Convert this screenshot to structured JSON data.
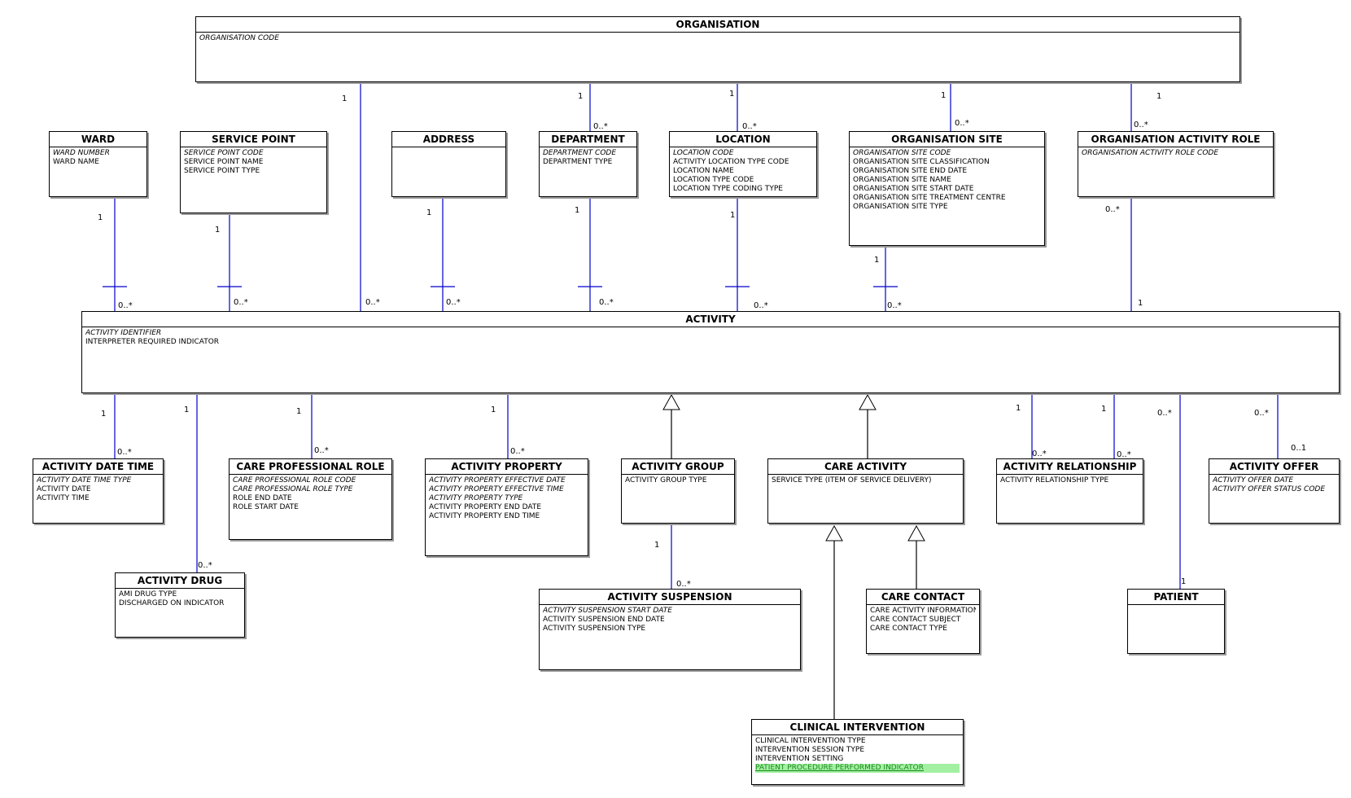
{
  "entities": {
    "organisation": {
      "title": "ORGANISATION",
      "attrs": [
        {
          "text": "ORGANISATION CODE",
          "key": true
        }
      ]
    },
    "ward": {
      "title": "WARD",
      "attrs": [
        {
          "text": "WARD NUMBER",
          "key": true
        },
        {
          "text": "WARD NAME"
        }
      ]
    },
    "service_point": {
      "title": "SERVICE POINT",
      "attrs": [
        {
          "text": "SERVICE POINT CODE",
          "key": true
        },
        {
          "text": "SERVICE POINT NAME"
        },
        {
          "text": "SERVICE POINT TYPE"
        }
      ]
    },
    "address": {
      "title": "ADDRESS",
      "attrs": []
    },
    "department": {
      "title": "DEPARTMENT",
      "attrs": [
        {
          "text": "DEPARTMENT CODE",
          "key": true
        },
        {
          "text": "DEPARTMENT TYPE"
        }
      ]
    },
    "location": {
      "title": "LOCATION",
      "attrs": [
        {
          "text": "LOCATION CODE",
          "key": true
        },
        {
          "text": "ACTIVITY LOCATION TYPE CODE"
        },
        {
          "text": "LOCATION NAME"
        },
        {
          "text": "LOCATION TYPE CODE"
        },
        {
          "text": "LOCATION TYPE CODING TYPE"
        }
      ]
    },
    "organisation_site": {
      "title": "ORGANISATION SITE",
      "attrs": [
        {
          "text": "ORGANISATION SITE CODE",
          "key": true
        },
        {
          "text": "ORGANISATION SITE CLASSIFICATION"
        },
        {
          "text": "ORGANISATION SITE END DATE"
        },
        {
          "text": "ORGANISATION SITE NAME"
        },
        {
          "text": "ORGANISATION SITE START DATE"
        },
        {
          "text": "ORGANISATION SITE TREATMENT CENTRE"
        },
        {
          "text": "ORGANISATION SITE TYPE"
        }
      ]
    },
    "organisation_activity_role": {
      "title": "ORGANISATION ACTIVITY ROLE",
      "attrs": [
        {
          "text": "ORGANISATION ACTIVITY ROLE CODE",
          "key": true
        }
      ]
    },
    "activity": {
      "title": "ACTIVITY",
      "attrs": [
        {
          "text": "ACTIVITY IDENTIFIER",
          "key": true
        },
        {
          "text": "INTERPRETER REQUIRED INDICATOR"
        }
      ]
    },
    "activity_date_time": {
      "title": "ACTIVITY DATE TIME",
      "attrs": [
        {
          "text": "ACTIVITY DATE TIME TYPE",
          "key": true
        },
        {
          "text": "ACTIVITY DATE"
        },
        {
          "text": "ACTIVITY TIME"
        }
      ]
    },
    "care_professional_role": {
      "title": "CARE PROFESSIONAL ROLE",
      "attrs": [
        {
          "text": "CARE PROFESSIONAL ROLE CODE",
          "key": true
        },
        {
          "text": "CARE PROFESSIONAL ROLE TYPE",
          "key": true
        },
        {
          "text": "ROLE END DATE"
        },
        {
          "text": "ROLE START DATE"
        }
      ]
    },
    "activity_property": {
      "title": "ACTIVITY PROPERTY",
      "attrs": [
        {
          "text": "ACTIVITY PROPERTY EFFECTIVE DATE",
          "key": true
        },
        {
          "text": "ACTIVITY PROPERTY EFFECTIVE TIME",
          "key": true
        },
        {
          "text": "ACTIVITY PROPERTY TYPE",
          "key": true
        },
        {
          "text": "ACTIVITY PROPERTY END DATE"
        },
        {
          "text": "ACTIVITY PROPERTY END TIME"
        }
      ]
    },
    "activity_group": {
      "title": "ACTIVITY GROUP",
      "attrs": [
        {
          "text": "ACTIVITY GROUP TYPE"
        }
      ]
    },
    "care_activity": {
      "title": "CARE ACTIVITY",
      "attrs": [
        {
          "text": "SERVICE TYPE (ITEM OF SERVICE DELIVERY)"
        }
      ]
    },
    "activity_relationship": {
      "title": "ACTIVITY RELATIONSHIP",
      "attrs": [
        {
          "text": "ACTIVITY RELATIONSHIP TYPE"
        }
      ]
    },
    "activity_offer": {
      "title": "ACTIVITY OFFER",
      "attrs": [
        {
          "text": "ACTIVITY OFFER DATE",
          "key": true
        },
        {
          "text": "ACTIVITY OFFER STATUS CODE",
          "key": true
        }
      ]
    },
    "activity_drug": {
      "title": "ACTIVITY DRUG",
      "attrs": [
        {
          "text": "AMI DRUG TYPE"
        },
        {
          "text": "DISCHARGED ON INDICATOR"
        }
      ]
    },
    "activity_suspension": {
      "title": "ACTIVITY SUSPENSION",
      "attrs": [
        {
          "text": "ACTIVITY SUSPENSION START DATE",
          "key": true
        },
        {
          "text": "ACTIVITY SUSPENSION END DATE"
        },
        {
          "text": "ACTIVITY SUSPENSION TYPE"
        }
      ]
    },
    "care_contact": {
      "title": "CARE CONTACT",
      "attrs": [
        {
          "text": "CARE ACTIVITY INFORMATION"
        },
        {
          "text": "CARE CONTACT SUBJECT"
        },
        {
          "text": "CARE CONTACT TYPE"
        }
      ]
    },
    "patient": {
      "title": "PATIENT",
      "attrs": []
    },
    "clinical_intervention": {
      "title": "CLINICAL INTERVENTION",
      "attrs": [
        {
          "text": "CLINICAL INTERVENTION TYPE"
        },
        {
          "text": "INTERVENTION SESSION TYPE"
        },
        {
          "text": "INTERVENTION SETTING"
        },
        {
          "text": "PATIENT PROCEDURE PERFORMED INDICATOR",
          "highlight": true
        }
      ]
    }
  },
  "relationships": [
    {
      "from": "organisation",
      "to": "activity",
      "from_card": "1",
      "to_card": "0..*"
    },
    {
      "from": "organisation",
      "to": "department",
      "from_card": "1",
      "to_card": "0..*"
    },
    {
      "from": "organisation",
      "to": "location",
      "from_card": "1",
      "to_card": "0..*"
    },
    {
      "from": "organisation",
      "to": "organisation_site",
      "from_card": "1",
      "to_card": "0..*"
    },
    {
      "from": "organisation",
      "to": "organisation_activity_role",
      "from_card": "1",
      "to_card": "0..*"
    },
    {
      "from": "ward",
      "to": "activity",
      "from_card": "1",
      "to_card": "0..*"
    },
    {
      "from": "service_point",
      "to": "activity",
      "from_card": "1",
      "to_card": "0..*"
    },
    {
      "from": "address",
      "to": "activity",
      "from_card": "1",
      "to_card": "0..*"
    },
    {
      "from": "department",
      "to": "activity",
      "from_card": "1",
      "to_card": "0..*"
    },
    {
      "from": "location",
      "to": "activity",
      "from_card": "1",
      "to_card": "0..*"
    },
    {
      "from": "organisation_site",
      "to": "activity",
      "from_card": "1",
      "to_card": "0..*"
    },
    {
      "from": "organisation_activity_role",
      "to": "activity",
      "from_card": "0..*",
      "to_card": "1"
    },
    {
      "from": "activity",
      "to": "activity_date_time",
      "from_card": "1",
      "to_card": "0..*"
    },
    {
      "from": "activity",
      "to": "activity_drug",
      "from_card": "1",
      "to_card": "0..*"
    },
    {
      "from": "activity",
      "to": "care_professional_role",
      "from_card": "1",
      "to_card": "0..*"
    },
    {
      "from": "activity",
      "to": "activity_property",
      "from_card": "1",
      "to_card": "0..*"
    },
    {
      "from": "activity",
      "to": "activity_relationship",
      "from_card": "1",
      "to_card": "0..*"
    },
    {
      "from": "activity",
      "to": "activity_relationship",
      "from_card": "1",
      "to_card": "0..*"
    },
    {
      "from": "activity",
      "to": "patient",
      "from_card": "0..*",
      "to_card": "1"
    },
    {
      "from": "activity",
      "to": "activity_offer",
      "from_card": "0..*",
      "to_card": "0..1"
    },
    {
      "from": "activity_group",
      "to": "activity_suspension",
      "from_card": "1",
      "to_card": "0..*"
    }
  ],
  "generalizations": [
    {
      "child": "activity_group",
      "parent": "activity"
    },
    {
      "child": "care_activity",
      "parent": "activity"
    },
    {
      "child": "clinical_intervention",
      "parent": "care_activity"
    },
    {
      "child": "care_contact",
      "parent": "care_activity"
    }
  ],
  "colors": {
    "connector": "#0000cc",
    "border": "#000000",
    "shadow": "#9a9a9a",
    "highlight": "#a3f0a3",
    "highlight_text": "#1a8a1a"
  }
}
